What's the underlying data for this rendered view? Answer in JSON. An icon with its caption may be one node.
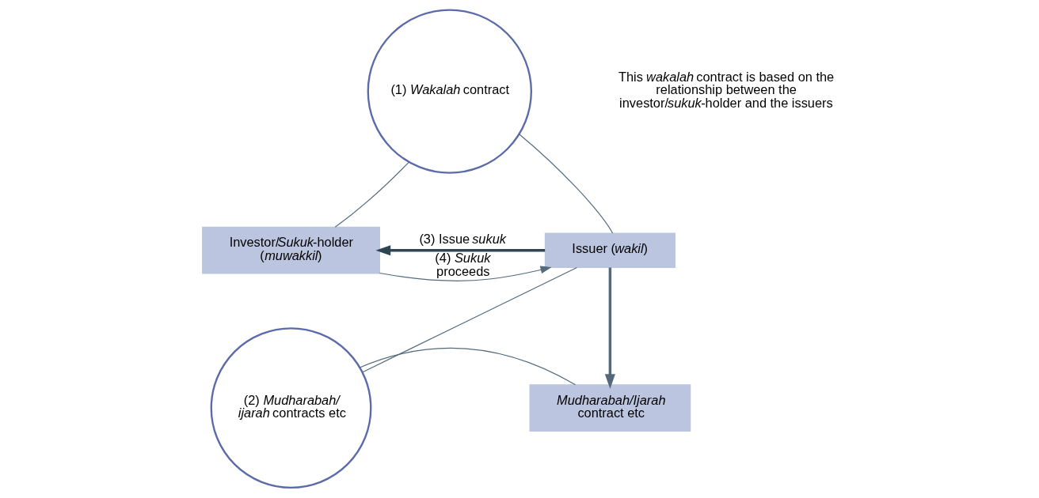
{
  "diagram": {
    "nodes": [
      {
        "text": [
          "(1) *Wakalah* contract"
        ]
      },
      {
        "text": [
          "Investor/*Sukuk*-holder (*muwakkil*)"
        ]
      },
      {
        "text": [
          "Issuer (*wakil*)"
        ]
      },
      {
        "text": [
          "(2) *Mudharabah/ ijarah* contracts etc"
        ]
      },
      {
        "text": [
          "*Mudharabah/Ijarah* contract etc"
        ]
      }
    ],
    "edges": [
      {
        "from": 1,
        "to": 0,
        "arrow": "none"
      },
      {
        "from": 2,
        "to": 0,
        "arrow": "none"
      },
      {
        "from": 1,
        "to": 2,
        "arrow": "to",
        "label": "(4) *Sukuk* proceeds"
      },
      {
        "from": 2,
        "to": 1,
        "arrow": "to",
        "label": "(3) Issue *sukuk*",
        "style": "thick",
        "color": "#2e4554"
      },
      {
        "from": 2,
        "to": 4,
        "arrow": "to",
        "style": "thick"
      },
      {
        "from": 2,
        "to": 3,
        "arrow": "none"
      },
      {
        "from": 4,
        "to": 3,
        "arrow": "none"
      }
    ],
    "labels": [
      "This *wakalah* contract is based on the relationship between the investor/*sukuk*-holder and the issuers"
    ]
  }
}
